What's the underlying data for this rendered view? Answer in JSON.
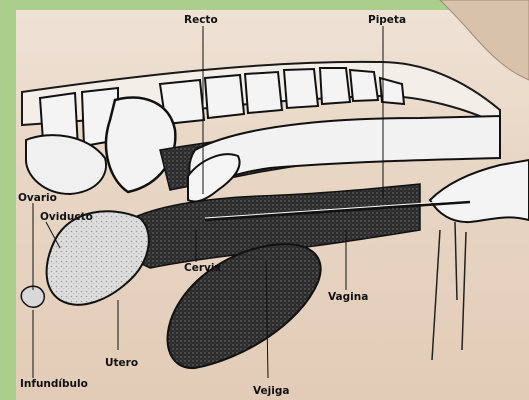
{
  "labels": {
    "recto": "Recto",
    "pipeta": "Pipeta",
    "ovario": "Ovario",
    "oviducto": "Oviducto",
    "cervix": "Cervix",
    "vagina": "Vagina",
    "utero": "Utero",
    "infundibulo": "Infundíbulo",
    "vejiga": "Vejiga"
  },
  "colors": {
    "frame": "#a9cf8a",
    "background": "#e8d6c5",
    "ink": "#111111",
    "tissue_dark": "#2a2a2a",
    "bone": "#f2f2f2"
  }
}
